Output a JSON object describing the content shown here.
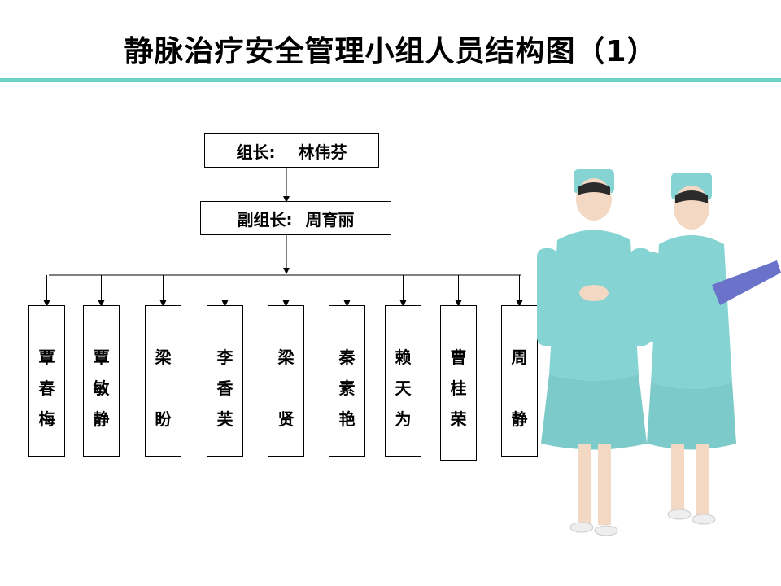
{
  "title": "静脉治疗安全管理小组人员结构图（1）",
  "colors": {
    "title_rule": "#6dd3c8",
    "uniform": "#86d3d3",
    "uniform_shadow": "#5fb8ba",
    "skin": "#f3d8c4"
  },
  "leader": {
    "role": "组长:",
    "name": "林伟芬"
  },
  "deputy": {
    "role": "副组长:",
    "name": "周育丽"
  },
  "members": [
    {
      "name": "覃春梅"
    },
    {
      "name": "覃敏静"
    },
    {
      "name": "梁 盼"
    },
    {
      "name": "李香芙"
    },
    {
      "name": "梁 贤"
    },
    {
      "name": "秦素艳"
    },
    {
      "name": "赖天为"
    },
    {
      "name": "曹桂荣"
    },
    {
      "name": "周 静"
    }
  ]
}
